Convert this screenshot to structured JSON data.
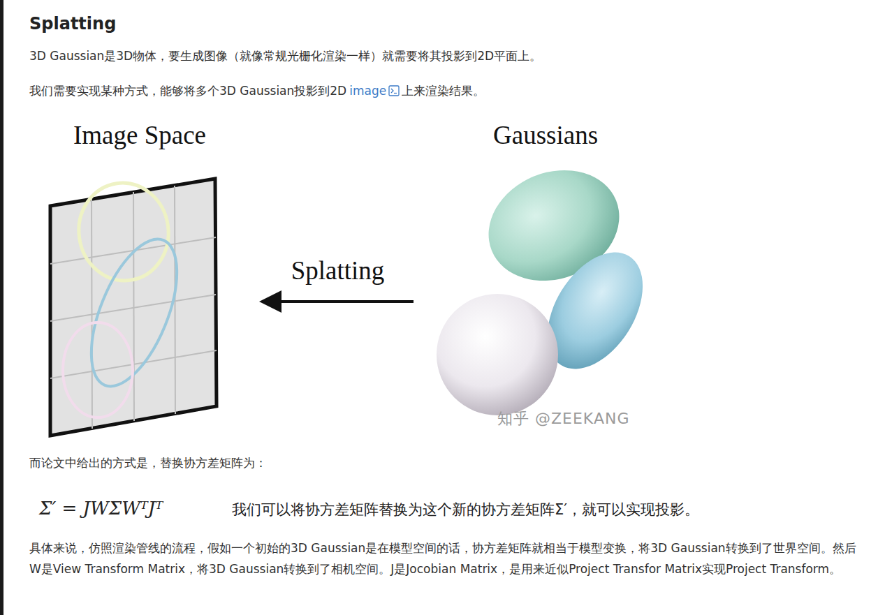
{
  "diagram": {
    "title": "Splatting",
    "nodes": [
      {
        "text": [
          "Image Space"
        ]
      },
      {
        "text": [
          "Gaussians"
        ]
      }
    ],
    "edges": [
      {
        "from": 1,
        "to": 0,
        "arrow": "to",
        "label": "Splatting"
      }
    ],
    "labels": [
      "3D Gaussian是3D物体，要生成图像（就像常规光栅化渲染一样）就需要将其投影到2D平面上。",
      "我们需要实现某种方式，能够将多个3D Gaussian投影到2D",
      "image",
      "上来渲染结果。",
      "知乎 @ZEEKANG",
      "而论文中给出的方式是，替换协方差矩阵为：",
      "Σ′ = JWΣWᵀJᵀ",
      "我们可以将协方差矩阵替换为这个新的协方差矩阵Σ′，就可以实现投影。",
      "具体来说，仿照渲染管线的流程，假如一个初始的3D Gaussian是在模型空间的话，协方差矩阵就相当于模型变换，将3D Gaussian转换到了世界空间。然后W是View Transform Matrix，将3D Gaussian转换到了相机空间。J是Jocobian Matrix，是用来近似Project Transfor Matrix实现Project Transform。"
    ]
  }
}
